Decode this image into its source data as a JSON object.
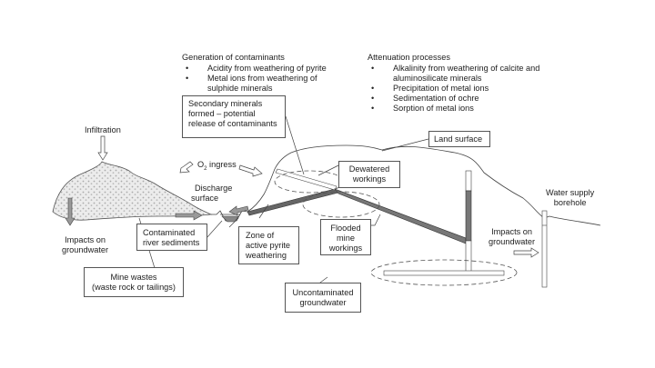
{
  "diagram": {
    "generation": {
      "heading": "Generation of contaminants",
      "items": [
        "Acidity from weathering of pyrite",
        "Metal ions from weathering of sulphide minerals"
      ]
    },
    "attenuation": {
      "heading": "Attenuation processes",
      "items": [
        "Alkalinity from weathering of calcite and aluminosilicate minerals",
        "Precipitation of metal ions",
        "Sedimentation of ochre",
        "Sorption of metal ions"
      ]
    },
    "boxes": {
      "secondary_minerals": [
        "Secondary minerals",
        "formed – potential",
        "release of contaminants"
      ],
      "land_surface": "Land surface",
      "dewatered": [
        "Dewatered",
        "workings"
      ],
      "contaminated_sediments": [
        "Contaminated",
        "river sediments"
      ],
      "zone_pyrite": [
        "Zone of",
        "active pyrite",
        "weathering"
      ],
      "flooded": [
        "Flooded",
        "mine",
        "workings"
      ],
      "mine_wastes": [
        "Mine wastes",
        "(waste rock or tailings)"
      ],
      "uncontaminated": [
        "Uncontaminated",
        "groundwater"
      ]
    },
    "labels": {
      "infiltration": "Infiltration",
      "o2_prefix": "O",
      "o2_sub": "2",
      "o2_suffix": " ingress",
      "discharge": [
        "Discharge",
        "surface"
      ],
      "impacts_left": [
        "Impacts on",
        "groundwater"
      ],
      "impacts_right": [
        "Impacts on",
        "groundwater"
      ],
      "water_supply": [
        "Water supply",
        "borehole"
      ]
    },
    "colors": {
      "line": "#444444",
      "mine_workings": "#666666",
      "waste_fill": "#e6e6e6",
      "arrow_fill": "#9a9a9a"
    }
  }
}
